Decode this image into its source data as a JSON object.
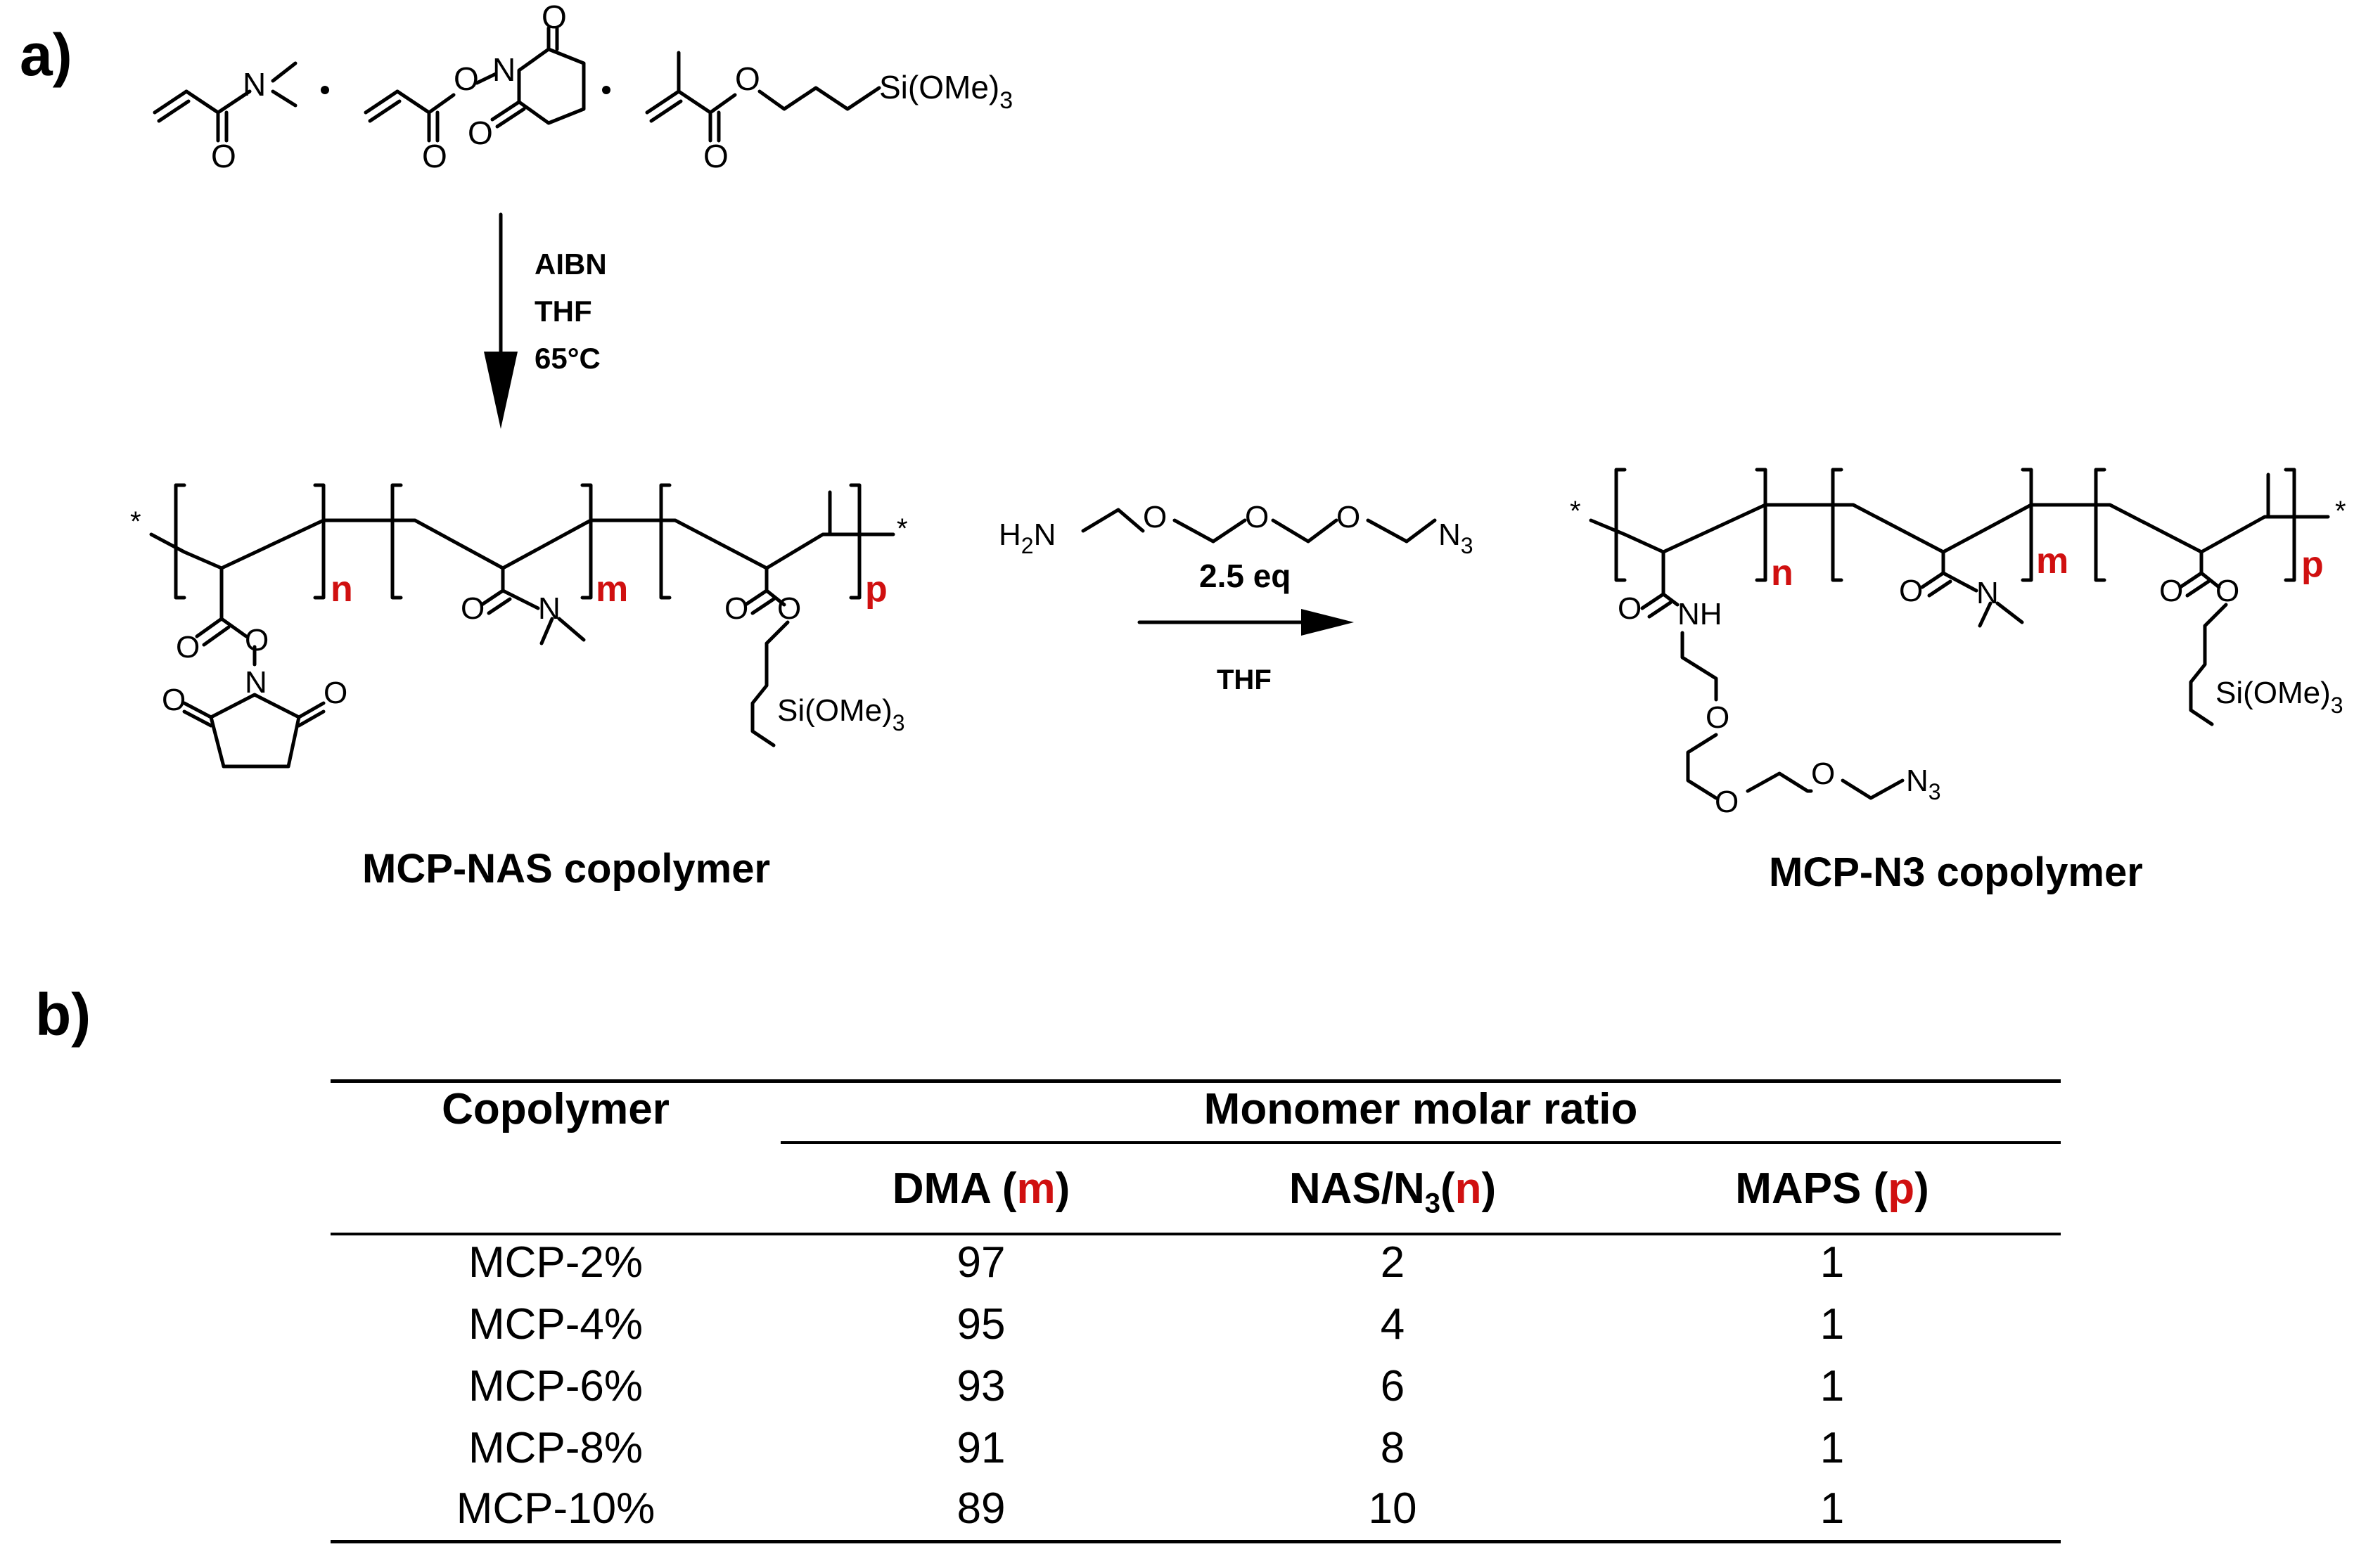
{
  "panel_labels": {
    "a": "a)",
    "b": "b)"
  },
  "scheme": {
    "reagents": {
      "initiator": "AIBN",
      "solvent": "THF",
      "temperature": "65°C"
    },
    "step2": {
      "amine_reagent": "H2N-(CH2CH2O)3-CH2CH2-N3",
      "equivalents": "2.5 eq",
      "solvent": "THF"
    },
    "monomer_labels": {
      "silane": "Si(OMe)",
      "subscript_3": "3",
      "nitrogen": "N",
      "oxygen": "O"
    },
    "polymer_labels": {
      "n": "n",
      "m": "m",
      "p": "p",
      "end_star": "*",
      "nh": "NH",
      "n3": "N",
      "n3_sub": "3",
      "h2n": "H",
      "h2n_sub": "2",
      "h2n_n": "N"
    },
    "products": {
      "left_name": "MCP-NAS copolymer",
      "right_name": "MCP-N3 copolymer"
    }
  },
  "table": {
    "group_header": "Monomer molar ratio",
    "columns": [
      {
        "label": "Copolymer"
      },
      {
        "label": "DMA (",
        "var": "m",
        "close": ")"
      },
      {
        "label": "NAS/N",
        "sub": "3",
        "label2": "(",
        "var": "n",
        "close": ")"
      },
      {
        "label": "MAPS (",
        "var": "p",
        "close": ")"
      }
    ],
    "rows": [
      [
        "MCP-2%",
        "97",
        "2",
        "1"
      ],
      [
        "MCP-4%",
        "95",
        "4",
        "1"
      ],
      [
        "MCP-6%",
        "93",
        "6",
        "1"
      ],
      [
        "MCP-8%",
        "91",
        "8",
        "1"
      ],
      [
        "MCP-10%",
        "89",
        "10",
        "1"
      ]
    ]
  },
  "colors": {
    "accent_red": "#d01010",
    "text": "#000000"
  }
}
